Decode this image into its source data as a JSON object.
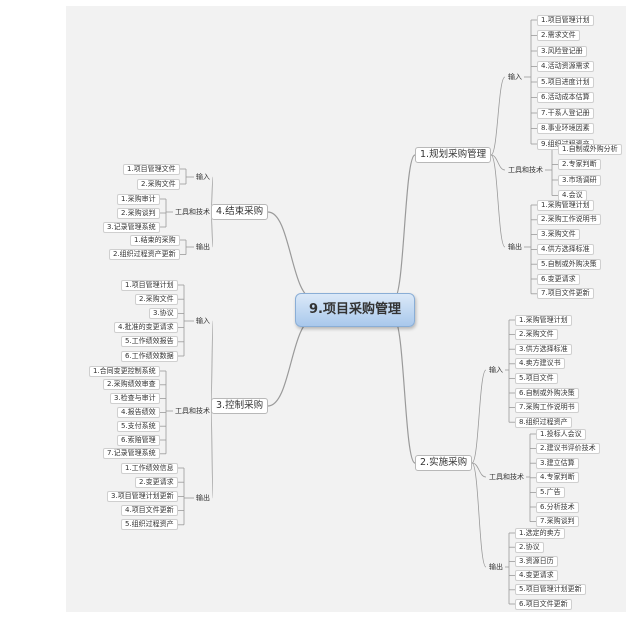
{
  "root": "9.项目采购管理",
  "branches": [
    {
      "id": "plan",
      "label": "1.规划采购管理",
      "groups": [
        {
          "label": "输入",
          "items": [
            "1.项目管理计划",
            "2.需求文件",
            "3.风险登记册",
            "4.活动资源需求",
            "5.项目进度计划",
            "6.活动成本估算",
            "7.干系人登记册",
            "8.事业环境因素",
            "9.组织过程资产"
          ]
        },
        {
          "label": "工具和技术",
          "items": [
            "1.自制或外购分析",
            "2.专家判断",
            "3.市场调研",
            "4.会议"
          ]
        },
        {
          "label": "输出",
          "items": [
            "1.采购管理计划",
            "2.采购工作说明书",
            "3.采购文件",
            "4.供方选择标准",
            "5.自制或外购决策",
            "6.变更请求",
            "7.项目文件更新"
          ]
        }
      ]
    },
    {
      "id": "conduct",
      "label": "2.实施采购",
      "groups": [
        {
          "label": "输入",
          "items": [
            "1.采购管理计划",
            "2.采购文件",
            "3.供方选择标准",
            "4.卖方建议书",
            "5.项目文件",
            "6.自制或外购决策",
            "7.采购工作说明书",
            "8.组织过程资产"
          ]
        },
        {
          "label": "工具和技术",
          "items": [
            "1.投标人会议",
            "2.建议书评价技术",
            "3.建立估算",
            "4.专家判断",
            "5.广告",
            "6.分析技术",
            "7.采购谈判"
          ]
        },
        {
          "label": "输出",
          "items": [
            "1.选定的卖方",
            "2.协议",
            "3.资源日历",
            "4.变更请求",
            "5.项目管理计划更新",
            "6.项目文件更新"
          ]
        }
      ]
    },
    {
      "id": "control",
      "label": "3.控制采购",
      "groups": [
        {
          "label": "输入",
          "items": [
            "1.项目管理计划",
            "2.采购文件",
            "3.协议",
            "4.批准的变更请求",
            "5.工作绩效报告",
            "6.工作绩效数据"
          ]
        },
        {
          "label": "工具和技术",
          "items": [
            "1.合同变更控制系统",
            "2.采购绩效审查",
            "3.检查与审计",
            "4.报告绩效",
            "5.支付系统",
            "6.索赔管理",
            "7.记录管理系统"
          ]
        },
        {
          "label": "输出",
          "items": [
            "1.工作绩效信息",
            "2.变更请求",
            "3.项目管理计划更新",
            "4.项目文件更新",
            "5.组织过程资产"
          ]
        }
      ]
    },
    {
      "id": "close",
      "label": "4.结束采购",
      "groups": [
        {
          "label": "输入",
          "items": [
            "1.项目管理文件",
            "2.采购文件"
          ]
        },
        {
          "label": "工具和技术",
          "items": [
            "1.采购审计",
            "2.采购谈判",
            "3.记录管理系统"
          ]
        },
        {
          "label": "输出",
          "items": [
            "1.结束的采购",
            "2.组织过程资产更新"
          ]
        }
      ]
    }
  ]
}
